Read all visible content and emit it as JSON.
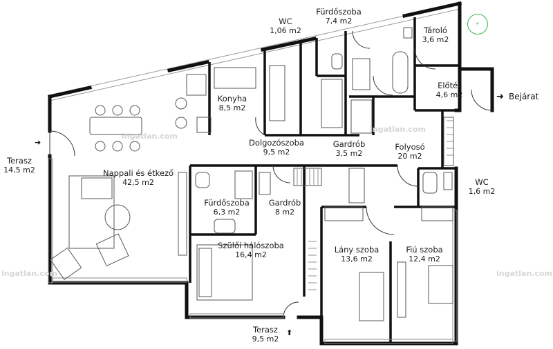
{
  "rooms": [
    {
      "id": "terasz-west",
      "name": "Terasz",
      "area": "14,5 m2"
    },
    {
      "id": "nappali",
      "name": "Nappali és étkező",
      "area": "42,5 m2"
    },
    {
      "id": "konyha",
      "name": "Konyha",
      "area": "8,5 m2"
    },
    {
      "id": "wc-top",
      "name": "WC",
      "area": "1,06 m2"
    },
    {
      "id": "furdoszoba-top",
      "name": "Fürdőszoba",
      "area": "7,4 m2"
    },
    {
      "id": "tarolo",
      "name": "Tároló",
      "area": "3,6 m2"
    },
    {
      "id": "eloter",
      "name": "Előtér",
      "area": "4,6 m2"
    },
    {
      "id": "dolgozoszoba",
      "name": "Dolgozószoba",
      "area": "9,5 m2"
    },
    {
      "id": "gardrob-top",
      "name": "Gardrób",
      "area": "3,5 m2"
    },
    {
      "id": "folyoso",
      "name": "Folyosó",
      "area": "20 m2"
    },
    {
      "id": "wc-right",
      "name": "WC",
      "area": "1,6 m2"
    },
    {
      "id": "furdoszoba-mid",
      "name": "Fürdőszoba",
      "area": "6,3 m2"
    },
    {
      "id": "gardrob-mid",
      "name": "Gardrób",
      "area": "8 m2"
    },
    {
      "id": "szuloi",
      "name": "Szülői hálószoba",
      "area": "16,4 m2"
    },
    {
      "id": "lany",
      "name": "Lány szoba",
      "area": "13,6 m2"
    },
    {
      "id": "fiu",
      "name": "Fiú szoba",
      "area": "12,4 m2"
    },
    {
      "id": "terasz-south",
      "name": "Terasz",
      "area": "9,5 m2"
    }
  ],
  "entrance": {
    "label": "Bejárat",
    "arrow": "➜"
  },
  "entry_arrows": {
    "west": "➜",
    "south": "⬆"
  },
  "watermark": "ingatlan.com",
  "badge": "✔",
  "colors": {
    "wall": "#111111",
    "furniture": "#555555",
    "glass": "#999999",
    "watermark": "#d6d6d6"
  }
}
